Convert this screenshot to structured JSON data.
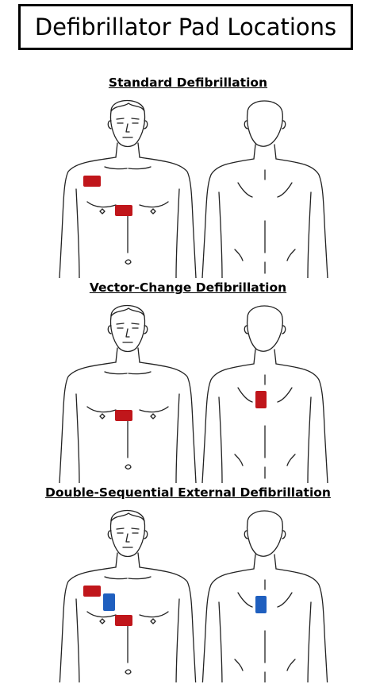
{
  "title": "Defibrillator Pad Locations",
  "sections": [
    {
      "heading": "Standard Defibrillation",
      "pads": [
        "red",
        "red"
      ]
    },
    {
      "heading": "Vector-Change Defibrillation",
      "pads": [
        "red",
        "red"
      ]
    },
    {
      "heading": "Double-Sequential External Defibrillation",
      "pads": [
        "red",
        "blue",
        "red",
        "blue"
      ]
    }
  ],
  "colors": {
    "pad_red": "#c0161b",
    "pad_blue": "#1f5fbf",
    "line": "#222222"
  },
  "icons": {
    "front_figure": "front-body-outline",
    "back_figure": "back-body-outline"
  }
}
